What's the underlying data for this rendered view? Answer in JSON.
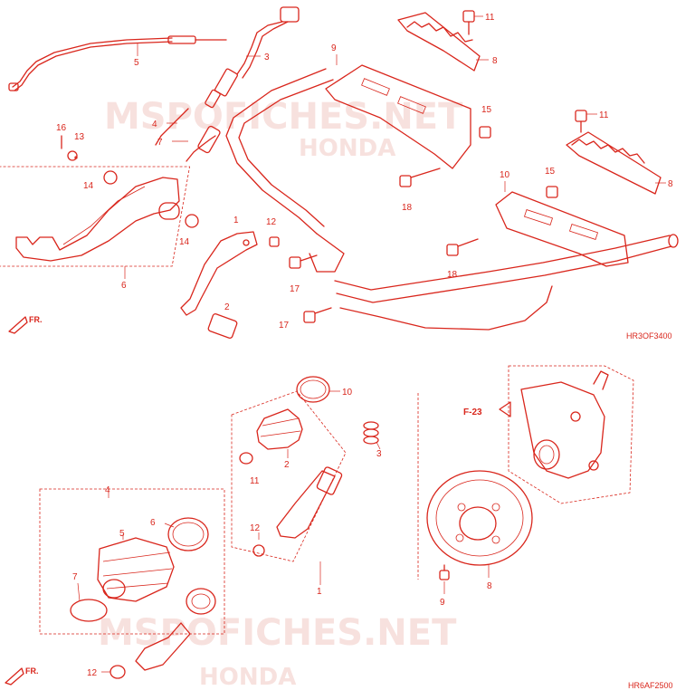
{
  "watermark": {
    "site": "MSPOFICHES.NET",
    "brand": "HONDA"
  },
  "top_section": {
    "diagram_code": "HR3OF3400",
    "direction": "FR.",
    "callouts": [
      {
        "id": "t5",
        "label": "5"
      },
      {
        "id": "t3",
        "label": "3"
      },
      {
        "id": "t4",
        "label": "4"
      },
      {
        "id": "t7",
        "label": "7"
      },
      {
        "id": "t16",
        "label": "16"
      },
      {
        "id": "t13",
        "label": "13"
      },
      {
        "id": "t14a",
        "label": "14"
      },
      {
        "id": "t14b",
        "label": "14"
      },
      {
        "id": "t6",
        "label": "6"
      },
      {
        "id": "t1",
        "label": "1"
      },
      {
        "id": "t12",
        "label": "12"
      },
      {
        "id": "t2",
        "label": "2"
      },
      {
        "id": "t17a",
        "label": "17"
      },
      {
        "id": "t17b",
        "label": "17"
      },
      {
        "id": "t9",
        "label": "9"
      },
      {
        "id": "t11a",
        "label": "11"
      },
      {
        "id": "t8a",
        "label": "8"
      },
      {
        "id": "t15a",
        "label": "15"
      },
      {
        "id": "t18a",
        "label": "18"
      },
      {
        "id": "t11b",
        "label": "11"
      },
      {
        "id": "t15b",
        "label": "15"
      },
      {
        "id": "t10",
        "label": "10"
      },
      {
        "id": "t8b",
        "label": "8"
      },
      {
        "id": "t18b",
        "label": "18"
      }
    ]
  },
  "bottom_section": {
    "diagram_code": "HR6AF2500",
    "direction": "FR.",
    "reference": "F-23",
    "callouts": [
      {
        "id": "b10",
        "label": "10"
      },
      {
        "id": "b11",
        "label": "11"
      },
      {
        "id": "b2",
        "label": "2"
      },
      {
        "id": "b3",
        "label": "3"
      },
      {
        "id": "b12a",
        "label": "12"
      },
      {
        "id": "b1",
        "label": "1"
      },
      {
        "id": "b4",
        "label": "4"
      },
      {
        "id": "b5",
        "label": "5"
      },
      {
        "id": "b6",
        "label": "6"
      },
      {
        "id": "b7",
        "label": "7"
      },
      {
        "id": "b12b",
        "label": "12"
      },
      {
        "id": "b9",
        "label": "9"
      },
      {
        "id": "b8",
        "label": "8"
      }
    ]
  }
}
